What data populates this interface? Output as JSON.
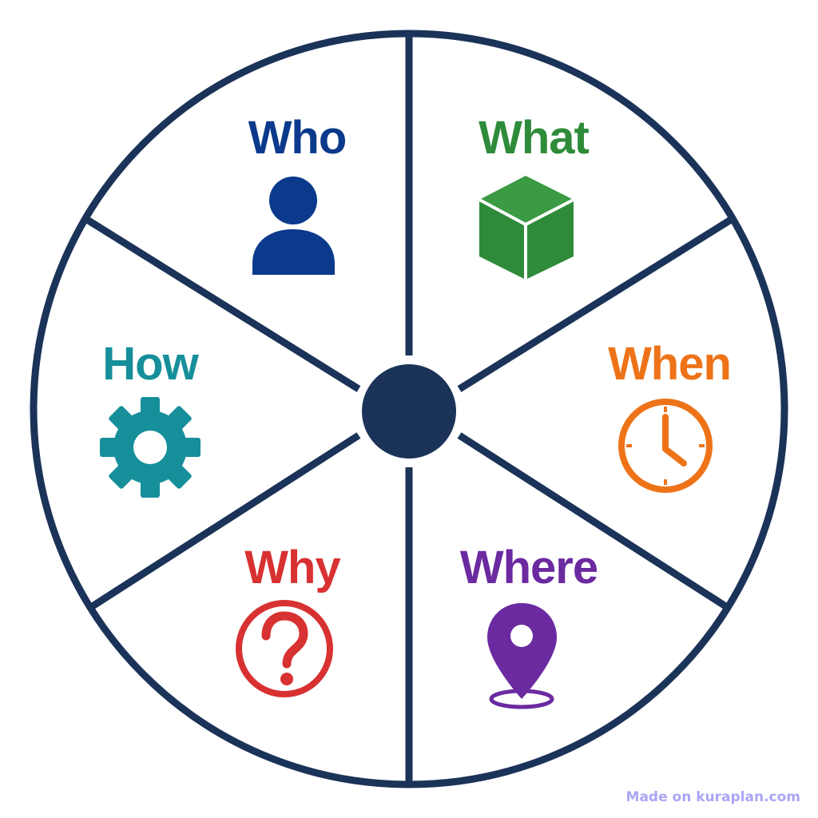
{
  "segments": [
    {
      "id": "who",
      "label": "Who",
      "color": "#0b3a8c",
      "icon": "person-icon"
    },
    {
      "id": "what",
      "label": "What",
      "color": "#2e8b3a",
      "icon": "cube-icon"
    },
    {
      "id": "when",
      "label": "When",
      "color": "#ee7318",
      "icon": "clock-icon"
    },
    {
      "id": "where",
      "label": "Where",
      "color": "#6b2aa0",
      "icon": "location-pin-icon"
    },
    {
      "id": "why",
      "label": "Why",
      "color": "#d83131",
      "icon": "question-circle-icon"
    },
    {
      "id": "how",
      "label": "How",
      "color": "#168f9a",
      "icon": "gear-icon"
    }
  ],
  "wheel_color": "#1b3358",
  "watermark": "Made on kuraplan.com"
}
